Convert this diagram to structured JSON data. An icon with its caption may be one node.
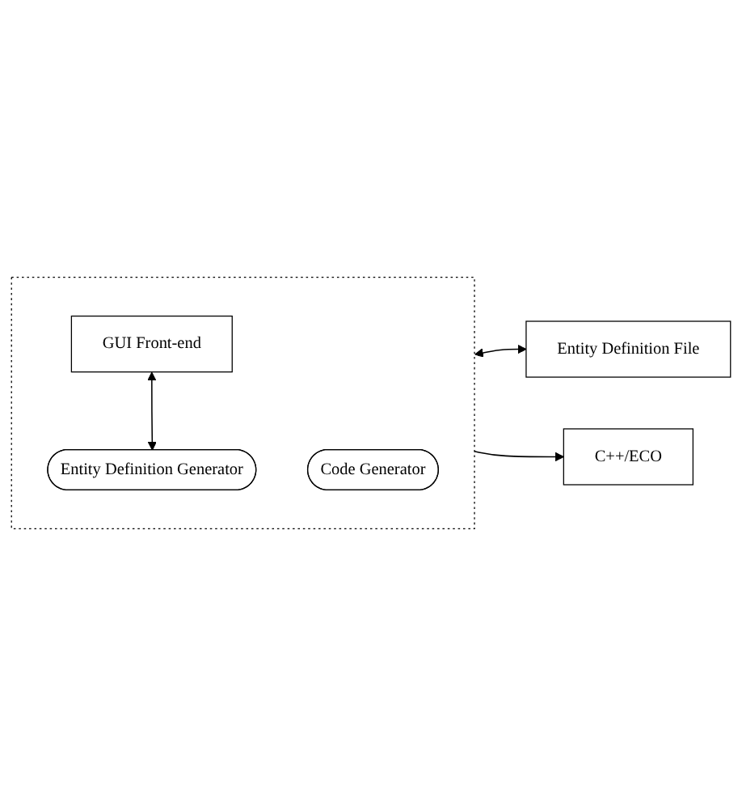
{
  "diagram": {
    "nodes": [
      {
        "text": [],
        "shape": "box"
      },
      {
        "text": [
          "GUI Front-end"
        ],
        "in": 0
      },
      {
        "text": [
          "Entity Definition Generator"
        ],
        "in": 0
      },
      {
        "text": [
          "Code Generator"
        ],
        "in": 0
      },
      {
        "text": [
          "Entity Definition File"
        ]
      },
      {
        "text": [
          "C++/ECO"
        ]
      }
    ],
    "edges": [
      {
        "from": 1,
        "to": 2,
        "arrow": "both"
      },
      {
        "from": 0,
        "to": 4,
        "arrow": "both"
      },
      {
        "from": 0,
        "to": 5,
        "arrow": "to"
      }
    ]
  }
}
